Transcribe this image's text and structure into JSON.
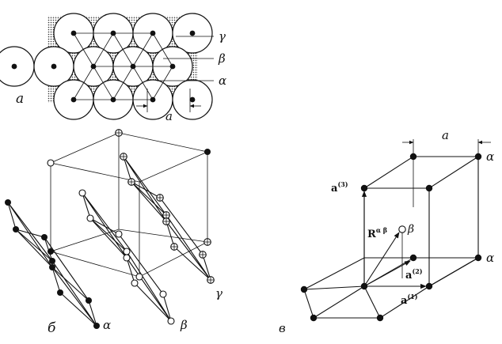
{
  "panel_a": {
    "panel_label": "а",
    "lattice_label": "a",
    "site_gamma": "γ",
    "site_beta": "β",
    "site_alpha": "α"
  },
  "panel_b": {
    "panel_label": "б",
    "site_alpha": "α",
    "site_beta": "β",
    "site_gamma": "γ"
  },
  "panel_c": {
    "panel_label": "в",
    "lattice_label": "a",
    "alpha_top": "α",
    "alpha_mid": "α",
    "beta": "β",
    "vec_a3": "a",
    "vec_a3_sup": "(3)",
    "vec_a2": "a",
    "vec_a2_sup": "(2)",
    "vec_a1": "a",
    "vec_a1_sup": "(1)",
    "vec_R": "R",
    "vec_R_sup": "α β"
  }
}
